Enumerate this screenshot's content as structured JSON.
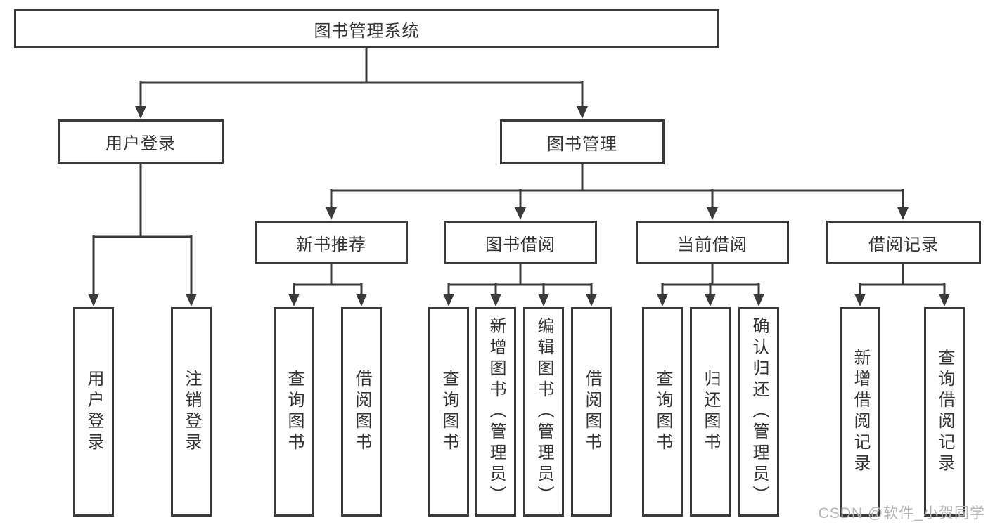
{
  "diagram": {
    "title_node": {
      "label": "图书管理系统"
    },
    "level2": [
      {
        "label": "用户登录"
      },
      {
        "label": "图书管理"
      }
    ],
    "level3": [
      {
        "label": "新书推荐"
      },
      {
        "label": "图书借阅"
      },
      {
        "label": "当前借阅"
      },
      {
        "label": "借阅记录"
      }
    ],
    "leaves": {
      "user": [
        "用户登录",
        "注销登录"
      ],
      "recommend": [
        "查询图书",
        "借阅图书"
      ],
      "borrow": [
        "查询图书",
        "新增图书（管理员）",
        "编辑图书（管理员）",
        "借阅图书"
      ],
      "current": [
        "查询图书",
        "归还图书",
        "确认归还（管理员）"
      ],
      "records": [
        "新增借阅记录",
        "查询借阅记录"
      ]
    },
    "colors": {
      "line": "#3a3a3a",
      "text": "#333333",
      "watermark": "#b6b6b6",
      "background": "#ffffff"
    }
  },
  "watermark": {
    "text": "CSDN @软件_小贺同学"
  }
}
